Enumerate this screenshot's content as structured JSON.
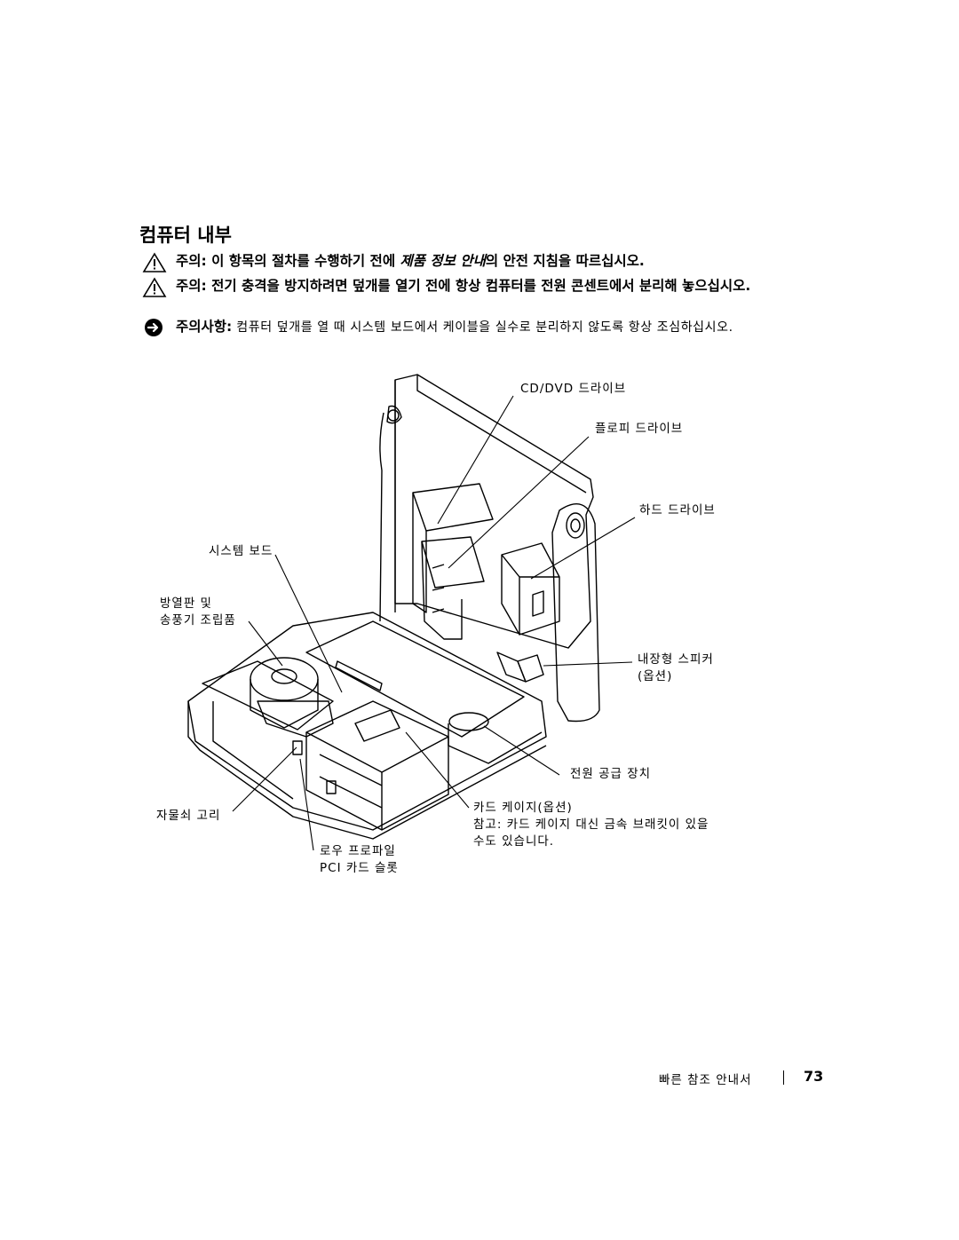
{
  "page": {
    "title": "컴퓨터 내부",
    "caution1": {
      "label": "주의:",
      "text_a": " 이 항목의 절차를 수행하기 전에 ",
      "italic": "제품 정보 안내",
      "text_b": "의 안전 지침을 따르십시오."
    },
    "caution2": {
      "label": "주의:",
      "text": " 전기 충격을 방지하려면 덮개를 열기 전에 항상 컴퓨터를 전원 콘센트에서 분리해 놓으십시오."
    },
    "notice": {
      "label": "주의사항:",
      "text": " 컴퓨터 덮개를 열 때 시스템 보드에서 케이블을 실수로 분리하지 않도록 항상 조심하십시오."
    }
  },
  "icons": {
    "caution": "warning-triangle-icon",
    "notice": "notice-circle-icon"
  },
  "diagram": {
    "callouts": {
      "cd_dvd": "CD/DVD 드라이브",
      "floppy": "플로피 드라이브",
      "hard_drive": "하드 드라이브",
      "system_board": "시스템 보드",
      "heat_sink_1": "방열판 및",
      "heat_sink_2": "송풍기 조립품",
      "speaker_1": "내장형 스피커",
      "speaker_2": "(옵션)",
      "power_supply": "전원 공급 장치",
      "card_cage": "카드 케이지(옵션)",
      "card_note_1": "참고: 카드 케이지 대신 금속 브래킷이 있을",
      "card_note_2": "수도 있습니다.",
      "padlock": "자물쇠 고리",
      "pci_1": "로우 프로파일",
      "pci_2": "PCI 카드 슬롯"
    }
  },
  "footer": {
    "guide": "빠른 참조 안내서",
    "page_number": "73"
  }
}
